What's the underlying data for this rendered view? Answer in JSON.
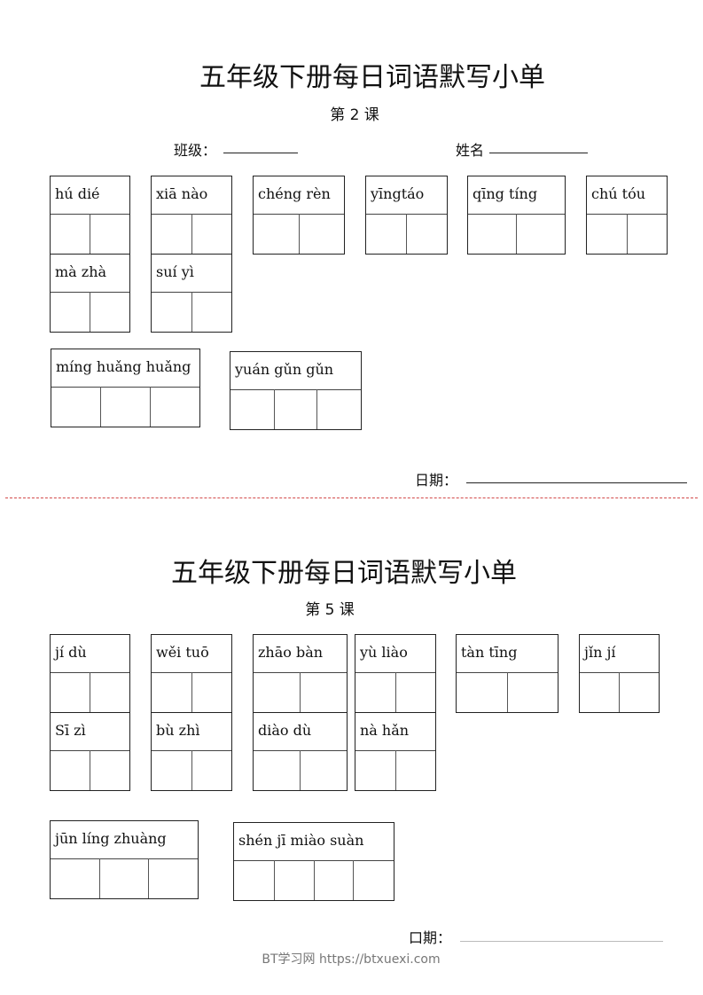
{
  "sections": [
    {
      "title": "五年级下册每日词语默写小单",
      "lesson": "第 2 课",
      "class_label": "班级：",
      "name_label": "姓名",
      "date_label": "日期：",
      "words": [
        {
          "pinyin": "hú  dié",
          "cells": 2
        },
        {
          "pinyin": "xiā  nào",
          "cells": 2
        },
        {
          "pinyin": "chéng  rèn",
          "cells": 2
        },
        {
          "pinyin": "yīngtáo",
          "cells": 2
        },
        {
          "pinyin": "qīng  tíng",
          "cells": 2
        },
        {
          "pinyin": "chú  tóu",
          "cells": 2
        },
        {
          "pinyin": "mà  zhà",
          "cells": 2
        },
        {
          "pinyin": "suí  yì",
          "cells": 2
        },
        {
          "pinyin": "míng huǎng huǎng",
          "cells": 3
        },
        {
          "pinyin": "yuán  gǔn  gǔn",
          "cells": 3
        }
      ]
    },
    {
      "title": "五年级下册每日词语默写小单",
      "lesson": "第 5 课",
      "date_label": "口期：",
      "words": [
        {
          "pinyin": "jí   dù",
          "cells": 2
        },
        {
          "pinyin": "wěi  tuō",
          "cells": 2
        },
        {
          "pinyin": "zhāo bàn",
          "cells": 2
        },
        {
          "pinyin": "yù  liào",
          "cells": 2
        },
        {
          "pinyin": "tàn  tīng",
          "cells": 2
        },
        {
          "pinyin": "jǐn  jí",
          "cells": 2
        },
        {
          "pinyin": "Sī   zì",
          "cells": 2
        },
        {
          "pinyin": "bù   zhì",
          "cells": 2
        },
        {
          "pinyin": "diào  dù",
          "cells": 2
        },
        {
          "pinyin": "nà  hǎn",
          "cells": 2
        },
        {
          "pinyin": "jūn   líng  zhuàng",
          "cells": 3
        },
        {
          "pinyin": "shén  jī  miào  suàn",
          "cells": 4
        }
      ]
    }
  ],
  "footer": "BT学习网 https://btxuexi.com",
  "colors": {
    "divider": "#d24a4a"
  }
}
